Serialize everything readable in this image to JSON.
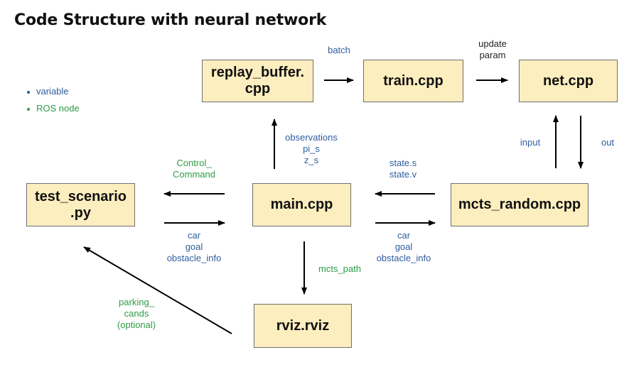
{
  "title": "Code Structure with neural network",
  "legend": {
    "variable": {
      "label": "variable",
      "color": "#2f5d9e"
    },
    "ros_node": {
      "label": "ROS node",
      "color": "#2e9c46"
    }
  },
  "nodes": {
    "replay_buffer": "replay_buffer.\ncpp",
    "train": "train.cpp",
    "net": "net.cpp",
    "test_scenario": "test_scenario\n.py",
    "main": "main.cpp",
    "mcts_random": "mcts_random.cpp",
    "rviz": "rviz.rviz"
  },
  "edge_labels": {
    "batch": "batch",
    "update_param": "update\nparam",
    "input": "input",
    "out": "out",
    "observations": "observations\npi_s\nz_s",
    "control_command": "Control_\nCommand",
    "state": "state.s\nstate.v",
    "car_goal_left": "car\ngoal\nobstacle_info",
    "car_goal_right": "car\ngoal\nobstacle_info",
    "mcts_path": "mcts_path",
    "parking_cands": "parking_\ncands\n(optional)"
  },
  "colors": {
    "box_fill": "#fdeebf",
    "variable_text": "#2f5d9e",
    "ros_node_text": "#2e9c46",
    "arrow": "#000000"
  }
}
